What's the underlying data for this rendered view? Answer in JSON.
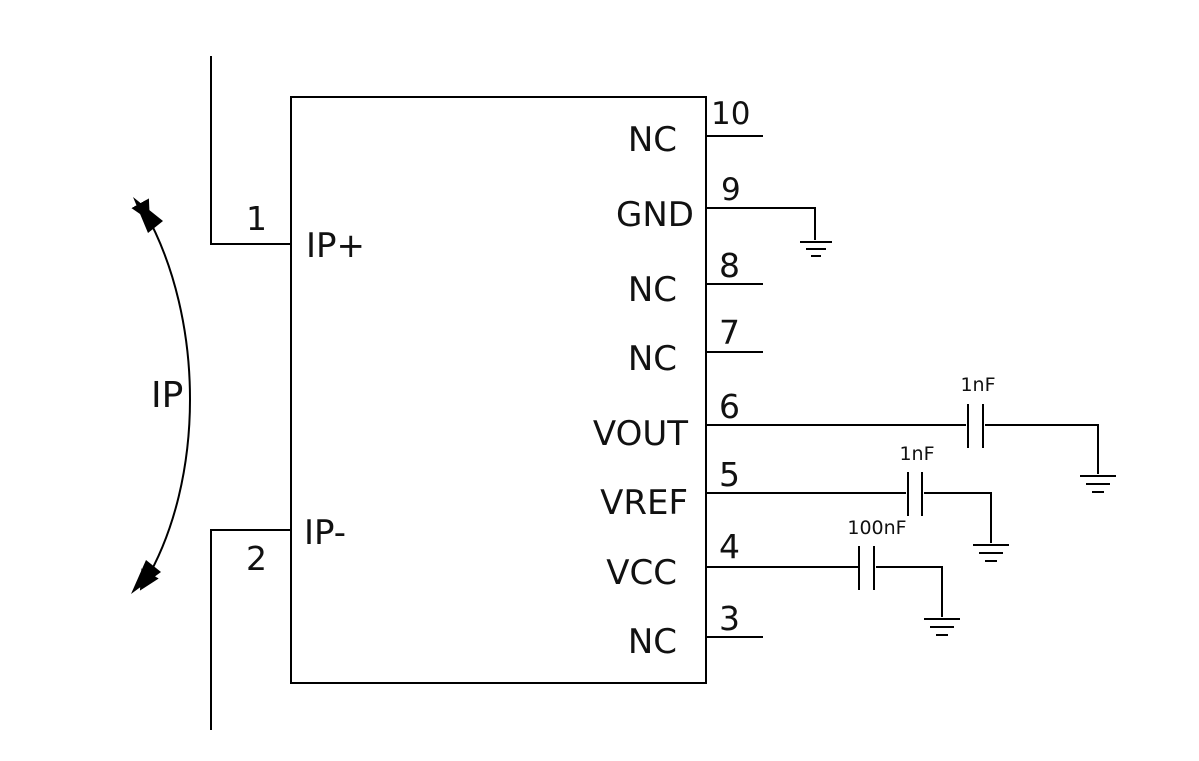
{
  "ic": {
    "left_pins": [
      {
        "number": "1",
        "name": "IP+"
      },
      {
        "number": "2",
        "name": "IP-"
      }
    ],
    "right_pins": [
      {
        "number": "10",
        "name": "NC"
      },
      {
        "number": "9",
        "name": "GND"
      },
      {
        "number": "8",
        "name": "NC"
      },
      {
        "number": "7",
        "name": "NC"
      },
      {
        "number": "6",
        "name": "VOUT"
      },
      {
        "number": "5",
        "name": "VREF"
      },
      {
        "number": "4",
        "name": "VCC"
      },
      {
        "number": "3",
        "name": "NC"
      }
    ]
  },
  "current_label": "IP",
  "capacitors": [
    {
      "value": "1nF",
      "pin": "6"
    },
    {
      "value": "1nF",
      "pin": "5"
    },
    {
      "value": "100nF",
      "pin": "4"
    }
  ]
}
